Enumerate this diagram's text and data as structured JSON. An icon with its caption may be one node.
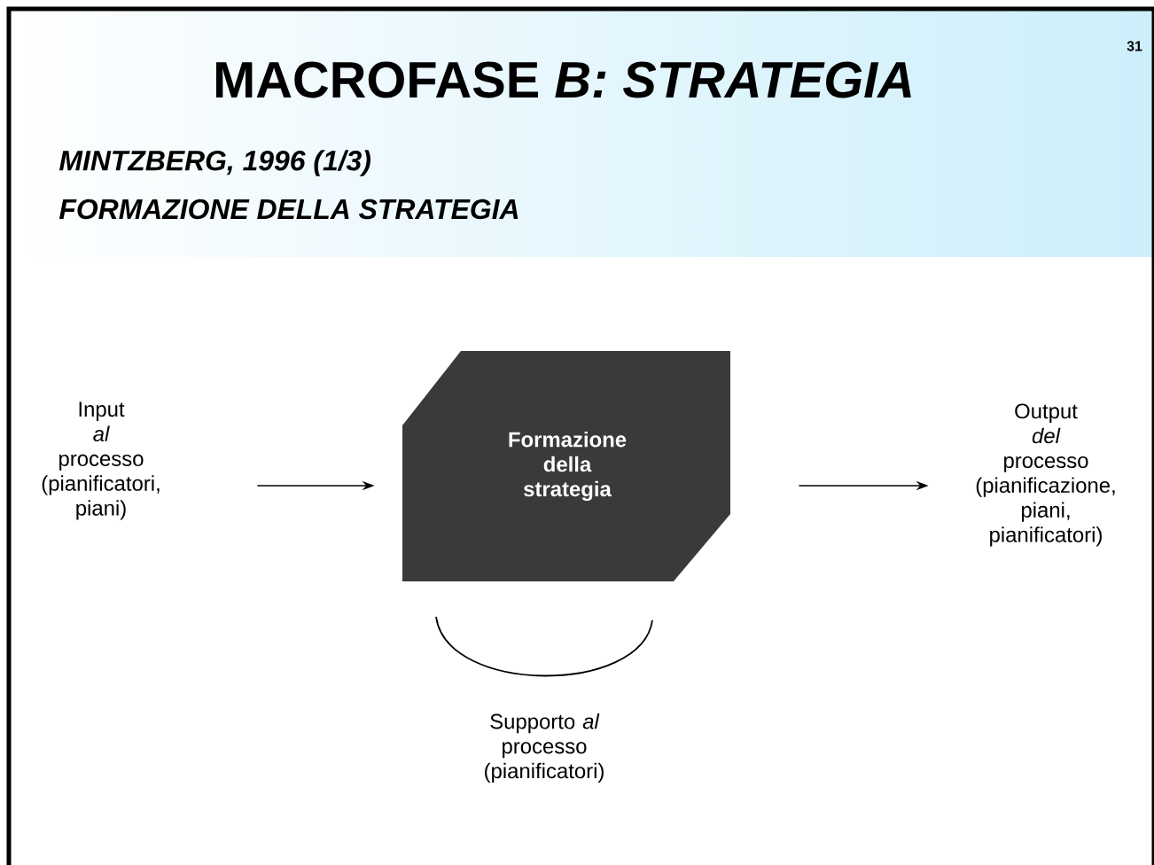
{
  "diagram": {
    "title": "MACROFASE  *B: STRATEGIA*",
    "nodes": [
      {
        "text": [
          "Input *al* processo (pianificatori, piani)"
        ]
      },
      {
        "text": [
          "Formazione della strategia"
        ]
      },
      {
        "text": [
          "Output *del* processo (pianificazione, piani, pianificatori)"
        ]
      },
      {
        "text": [
          "Supporto *al* processo (pianificatori)"
        ]
      }
    ],
    "edges": [
      {
        "from": 0,
        "to": 1,
        "arrow": "to"
      },
      {
        "from": 1,
        "to": 2,
        "arrow": "to"
      }
    ],
    "labels": [
      "31",
      "MINTZBERG, 1996   (1/3)",
      "FORMAZIONE DELLA STRATEGIA"
    ]
  }
}
